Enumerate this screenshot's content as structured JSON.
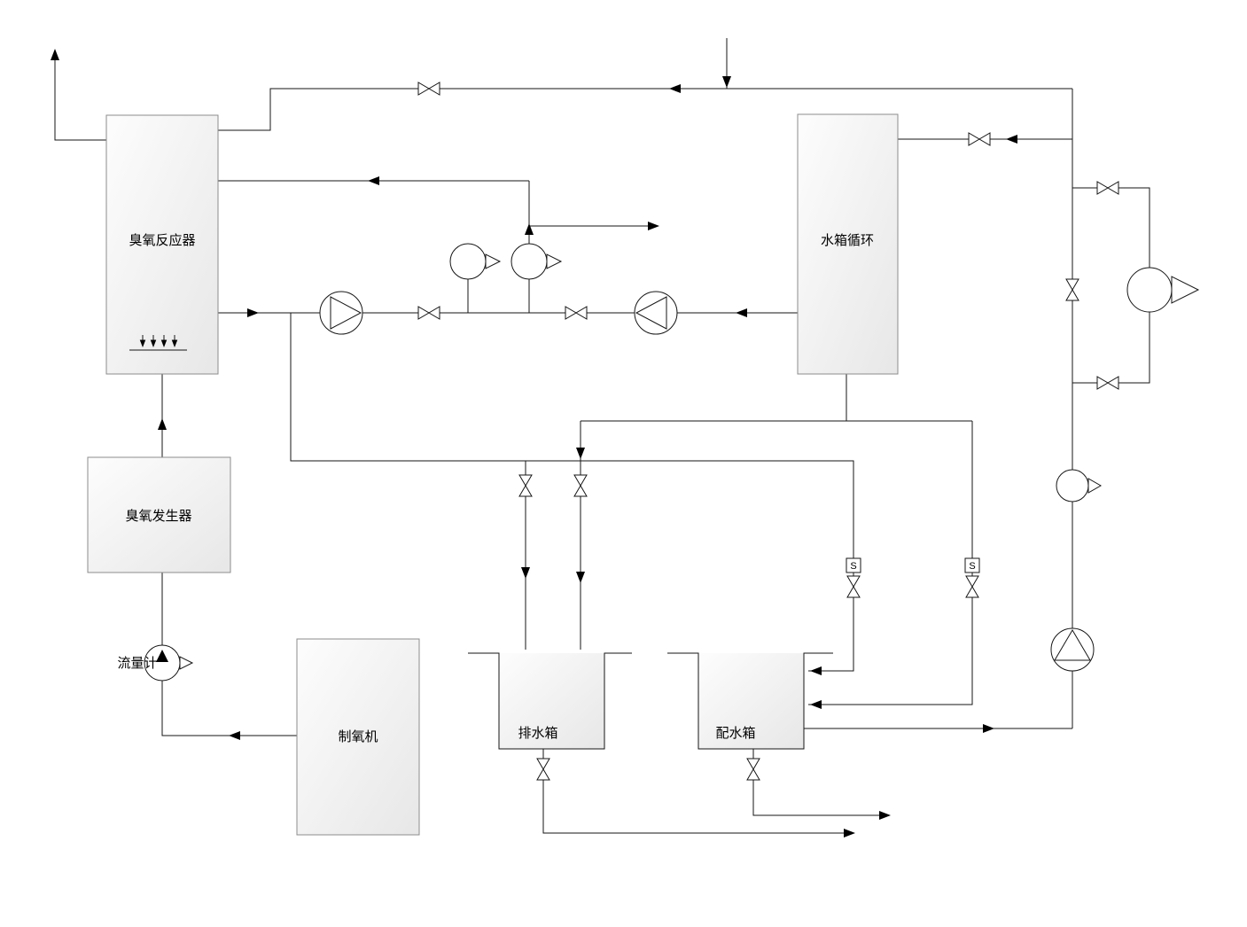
{
  "diagram": {
    "type": "process-flow-diagram",
    "equipment": {
      "ozone_reactor": {
        "label": "臭氧反应器"
      },
      "water_tank_circulation": {
        "label": "水箱循环"
      },
      "ozone_generator": {
        "label": "臭氧发生器"
      },
      "oxygen_generator": {
        "label": "制氧机"
      },
      "drain_water_tank": {
        "label": "排水箱"
      },
      "distribution_water_tank": {
        "label": "配水箱"
      },
      "flow_meter": {
        "label": "流量计"
      }
    },
    "symbols": {
      "solenoid_valve_label": "S"
    },
    "colors": {
      "line": "#161616",
      "box_border": "#8c8c8c",
      "box_fill_light": "#fdfdfd",
      "box_fill_dark": "#e7e7e7",
      "background": "#ffffff"
    }
  }
}
